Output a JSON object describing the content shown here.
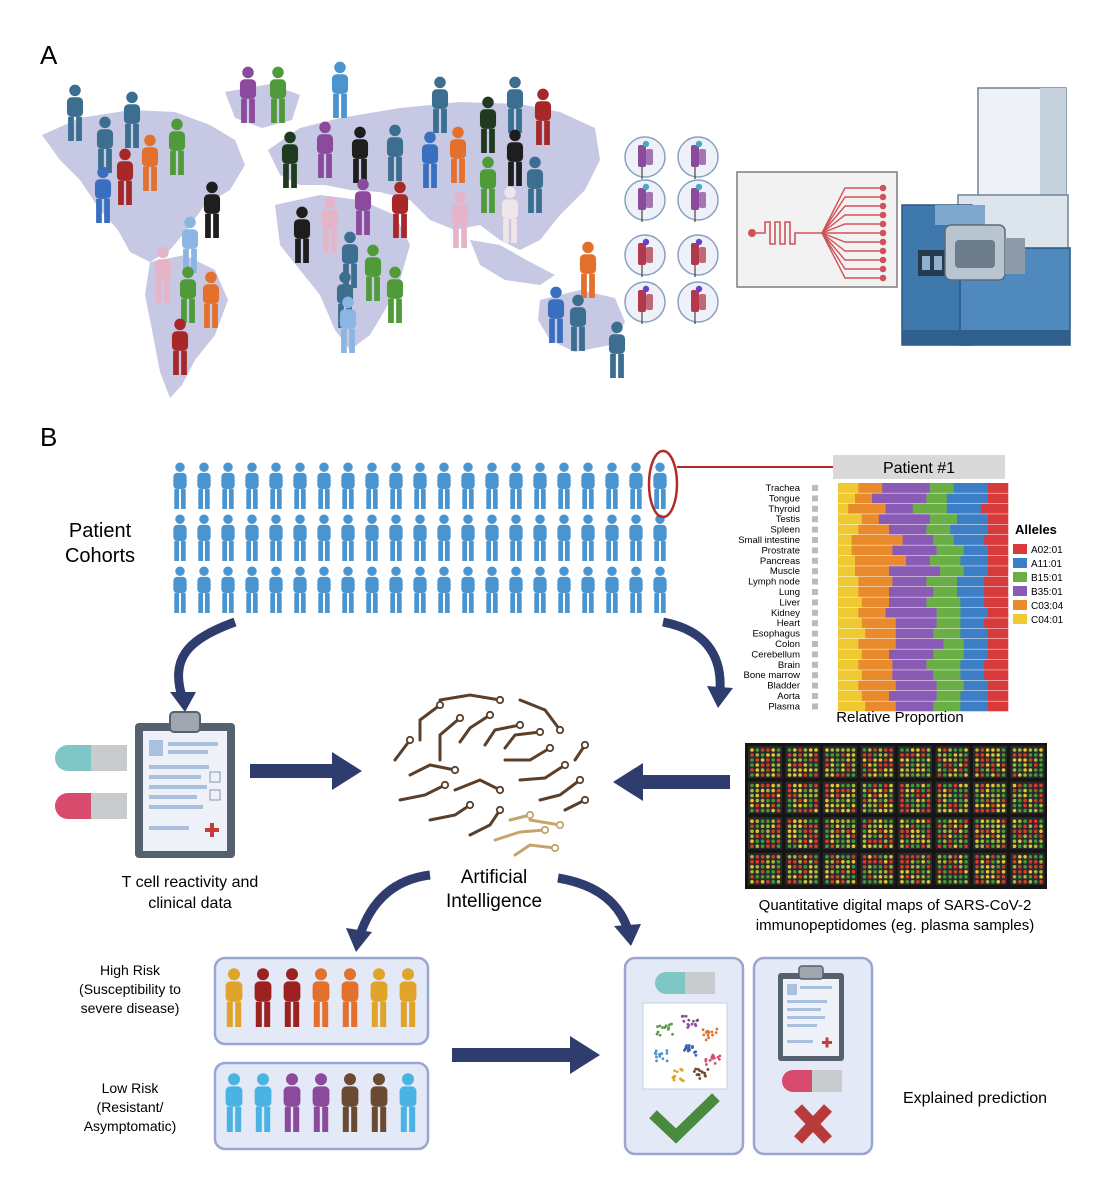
{
  "panels": {
    "a": "A",
    "b": "B"
  },
  "cohorts": {
    "line1": "Patient",
    "line2": "Cohorts"
  },
  "heatmap": {
    "title": "Patient #1",
    "tissues": [
      "Trachea",
      "Tongue",
      "Thyroid",
      "Testis",
      "Spleen",
      "Small intestine",
      "Prostrate",
      "Pancreas",
      "Muscle",
      "Lymph node",
      "Lung",
      "Liver",
      "Kidney",
      "Heart",
      "Esophagus",
      "Colon",
      "Cerebellum",
      "Brain",
      "Bone marrow",
      "Bladder",
      "Aorta",
      "Plasma"
    ],
    "xlabel": "Relative Proportion",
    "legend_title": "Alleles",
    "alleles": [
      {
        "name": "A02:01",
        "color": "#d63a3a"
      },
      {
        "name": "A11:01",
        "color": "#3d7fc6"
      },
      {
        "name": "B15:01",
        "color": "#6aaf45"
      },
      {
        "name": "B35:01",
        "color": "#8a5bb5"
      },
      {
        "name": "C03:04",
        "color": "#e98a2c"
      },
      {
        "name": "C04:01",
        "color": "#eec932"
      }
    ]
  },
  "clinical": {
    "line1": "T cell reactivity and",
    "line2": "clinical data"
  },
  "ai": {
    "line1": "Artificial",
    "line2": "Intelligence"
  },
  "maps": {
    "line1": "Quantitative digital maps of SARS-CoV-2",
    "line2": "immunopeptidomes (eg. plasma samples)"
  },
  "high_risk": {
    "line1": "High Risk",
    "line2": "(Susceptibility to",
    "line3": "severe disease)"
  },
  "low_risk": {
    "line1": "Low Risk",
    "line2": "(Resistant/",
    "line3": "Asymptomatic)"
  },
  "prediction": "Explained prediction",
  "colors": {
    "continent": "#c7c8e3",
    "person_blue": "#4a94cf",
    "arrow": "#2f3c6e",
    "box_border": "#9aa6cf",
    "box_fill": "#e4e9f7"
  }
}
